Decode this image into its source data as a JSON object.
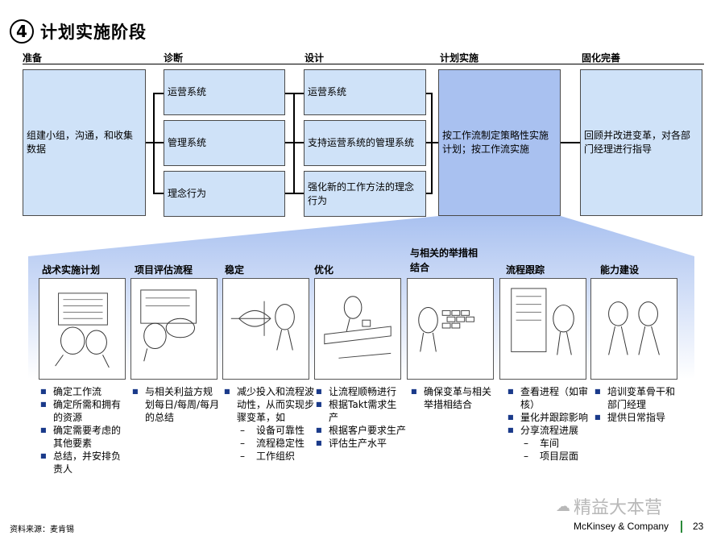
{
  "header": {
    "number": "4",
    "title": "计划实施阶段"
  },
  "stages": [
    "准备",
    "诊断",
    "设计",
    "计划实施",
    "固化完善"
  ],
  "top_boxes": {
    "prep": "组建小组，沟通，和收集数据",
    "diagnose": [
      "运营系统",
      "管理系统",
      "理念行为"
    ],
    "design": [
      "运营系统",
      "支持运营系统的管理系统",
      "强化新的工作方法的理念行为"
    ],
    "implement": "按工作流制定策略性实施计划；按工作流实施",
    "consolidate": "回顾并改进变革，对各部门经理进行指导"
  },
  "sub_steps": [
    {
      "label": "战术实施计划",
      "desc": [
        {
          "t": "确定工作流",
          "sub": false
        },
        {
          "t": "确定所需和拥有的资源",
          "sub": false
        },
        {
          "t": "确定需要考虑的其他要素",
          "sub": false
        },
        {
          "t": "总结，并安排负责人",
          "sub": false
        }
      ]
    },
    {
      "label": "项目评估流程",
      "desc": [
        {
          "t": "与相关利益方规划每日/每周/每月的总结",
          "sub": false
        }
      ]
    },
    {
      "label": "稳定",
      "desc": [
        {
          "t": "减少投入和流程波动性，从而实现步骤变革，如",
          "sub": false
        },
        {
          "t": "设备可靠性",
          "sub": true
        },
        {
          "t": "流程稳定性",
          "sub": true
        },
        {
          "t": "工作组织",
          "sub": true
        }
      ]
    },
    {
      "label": "优化",
      "desc": [
        {
          "t": "让流程顺畅进行",
          "sub": false
        },
        {
          "t": "根据Takt需求生产",
          "sub": false
        },
        {
          "t": "根据客户要求生产",
          "sub": false
        },
        {
          "t": "评估生产水平",
          "sub": false
        }
      ]
    },
    {
      "label": "与相关的举措相结合",
      "desc": [
        {
          "t": "确保变革与相关举措相结合",
          "sub": false
        }
      ]
    },
    {
      "label": "流程跟踪",
      "desc": [
        {
          "t": "查看进程（如审核）",
          "sub": false
        },
        {
          "t": "量化并跟踪影响",
          "sub": false
        },
        {
          "t": "分享流程进展",
          "sub": false
        },
        {
          "t": "车间",
          "sub": true
        },
        {
          "t": "项目层面",
          "sub": true
        }
      ]
    },
    {
      "label": "能力建设",
      "desc": [
        {
          "t": "培训变革骨干和部门经理",
          "sub": false
        },
        {
          "t": "提供日常指导",
          "sub": false
        }
      ]
    }
  ],
  "source": "资料来源：麦肯锡",
  "brand": "McKinsey & Company",
  "page": "23",
  "watermark": "精益大本营",
  "colors": {
    "box": "#cfe2f8",
    "box_dark": "#a9c1f0",
    "fan_top": "#a9c1f0",
    "fan_bottom": "#ffffff",
    "bar": "#2a8a3a"
  }
}
